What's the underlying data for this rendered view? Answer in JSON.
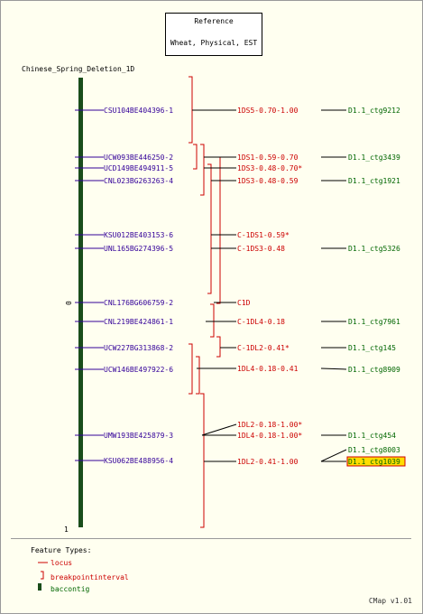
{
  "reference": {
    "line1": "Reference",
    "line2": "Wheat, Physical, EST"
  },
  "map_title": "Chinese_Spring_Deletion_1D",
  "axis": {
    "start_label": "0",
    "end_label": "1"
  },
  "markers": [
    "CSU104BE404396-1",
    "UCW093BE446250-2",
    "UCD149BE494911-5",
    "CNL023BG263263-4",
    "KSU012BE403153-6",
    "UNL165BG274396-5",
    "CNL176BG606759-2",
    "CNL219BE424861-1",
    "UCW227BG313868-2",
    "UCW146BE497922-6",
    "UMW193BE425879-3",
    "KSU062BE488956-4"
  ],
  "bins": [
    "1DS5-0.70-1.00",
    "1DS1-0.59-0.70",
    "1DS3-0.48-0.70*",
    "1DS3-0.48-0.59",
    "C-1DS1-0.59*",
    "C-1DS3-0.48",
    "C1D",
    "C-1DL4-0.18",
    "C-1DL2-0.41*",
    "1DL4-0.18-0.41",
    "1DL2-0.18-1.00*",
    "1DL4-0.18-1.00*",
    "1DL2-0.41-1.00"
  ],
  "contigs": [
    "D1.1_ctg9212",
    "D1.1_ctg3439",
    "D1.1_ctg1921",
    "D1.1_ctg5326",
    "D1.1_ctg7961",
    "D1.1_ctg145",
    "D1.1_ctg8909",
    "D1.1_ctg454",
    "D1.1_ctg8003",
    "D1.1_ctg1039"
  ],
  "legend": {
    "title": "Feature Types:",
    "items": [
      "locus",
      "breakpointinterval",
      "baccontig"
    ]
  },
  "version": "CMap v1.01",
  "colors": {
    "marker": "#330099",
    "bin": "#cc0000",
    "contig": "#006600",
    "contig_bar": "#1a4d1a",
    "highlight": "#ffdd00"
  }
}
